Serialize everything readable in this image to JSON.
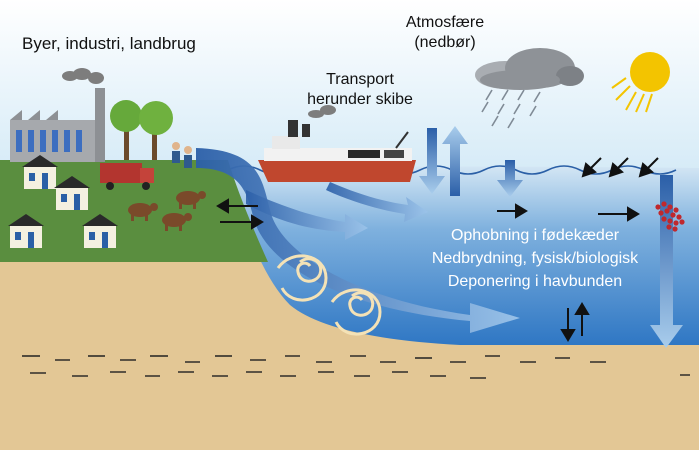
{
  "labels": {
    "sources": "Byer, industri, landbrug",
    "transport_line1": "Transport",
    "transport_line2": "herunder skibe",
    "atmosphere_line1": "Atmosfære",
    "atmosphere_line2": "(nedbør)"
  },
  "processes": [
    "Ophobning i fødekæder",
    "Nedbrydning, fysisk/biologisk",
    "Deponering i havbunden"
  ],
  "colors": {
    "sky": "#d9ecf7",
    "land": "#5a8e3f",
    "sediment": "#e3c795",
    "water_surface": "#cde2f2",
    "water_deep": "#2f7fc9",
    "flow_arrow": "#2a5fa6",
    "sun": "#f3c400",
    "cloud": "#8e9297",
    "particles": "#c0282d"
  },
  "icons": [
    "factory-icon",
    "house-icon",
    "tree-icon",
    "truck-icon",
    "cow-icon",
    "farmer-icon",
    "ship-icon",
    "cloud-icon",
    "sun-icon",
    "rain-icon",
    "particles-icon",
    "eddy-icon"
  ]
}
